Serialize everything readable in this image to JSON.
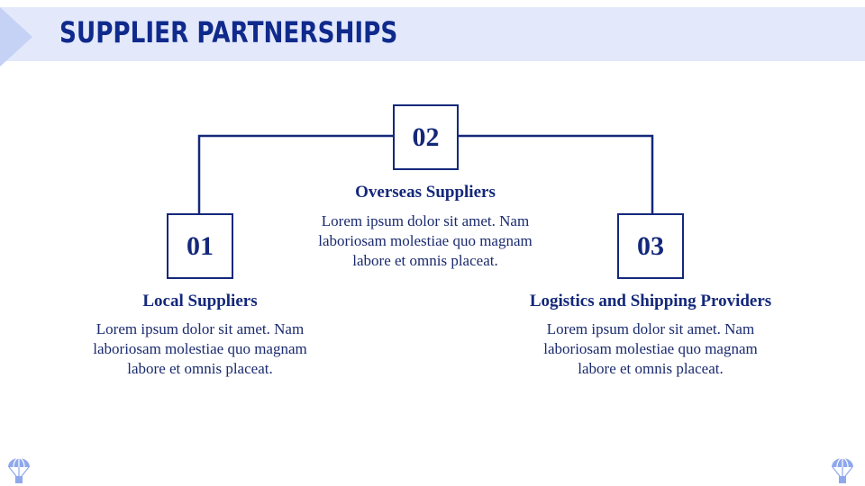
{
  "header": {
    "title": "SUPPLIER PARTNERSHIPS"
  },
  "items": [
    {
      "number": "01",
      "heading": "Local Suppliers",
      "description": "Lorem ipsum dolor sit amet. Nam laboriosam molestiae quo magnam labore et omnis placeat."
    },
    {
      "number": "02",
      "heading": "Overseas Suppliers",
      "description": "Lorem ipsum dolor sit amet. Nam laboriosam molestiae quo magnam labore et omnis placeat."
    },
    {
      "number": "03",
      "heading": "Logistics and Shipping Providers",
      "description": "Lorem ipsum dolor sit amet. Nam laboriosam molestiae quo magnam labore et omnis placeat."
    }
  ],
  "decorations": {
    "corner_icon": "parachute-box-icon"
  },
  "colors": {
    "accent": "#14287a",
    "header_band": "#e3e9fb",
    "icon": "#8fa8ec"
  }
}
